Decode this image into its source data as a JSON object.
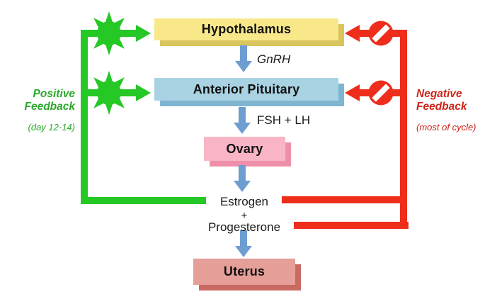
{
  "boxes": {
    "hypothalamus": {
      "label": "Hypothalamus",
      "fill": "#F8E88A",
      "shadow_color": "#D9C55E"
    },
    "anterior_pituitary": {
      "label": "Anterior Pituitary",
      "fill": "#A9D2E3",
      "shadow_color": "#7EB6D2"
    },
    "ovary": {
      "label": "Ovary",
      "fill": "#F9B5C6",
      "shadow_color": "#F08FA9"
    },
    "uterus": {
      "label": "Uterus",
      "fill": "#E69E98",
      "shadow_color": "#C96A62"
    }
  },
  "hormones": {
    "gnrh": "GnRH",
    "fsh_lh": "FSH + LH",
    "estrogen": "Estrogen",
    "plus": "+",
    "progesterone": "Progesterone"
  },
  "positive_feedback": {
    "title": "Positive Feedback",
    "subtitle": "(day 12-14)",
    "text_color": "#2BA82B"
  },
  "negative_feedback": {
    "title": "Negative Feedback",
    "subtitle": "(most of cycle)",
    "text_color": "#CE241A"
  },
  "colors": {
    "green_line": "#25C825",
    "red_line": "#EE2D1A",
    "blue_arrow": "#6D9DD1"
  },
  "icons": {
    "stimulation": "sun-burst-icon",
    "inhibition": "no-entry-icon",
    "flow": "down-arrow-icon"
  }
}
